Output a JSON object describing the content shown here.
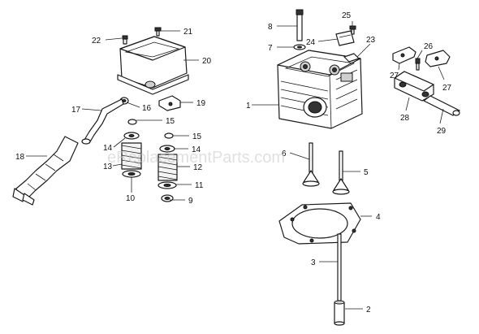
{
  "watermark": "eReplacementParts.com",
  "callouts": {
    "c1": "1",
    "c2": "2",
    "c3": "3",
    "c4": "4",
    "c5": "5",
    "c6": "6",
    "c7": "7",
    "c8": "8",
    "c9": "9",
    "c10": "10",
    "c11": "11",
    "c12": "12",
    "c13": "13",
    "c14a": "14",
    "c14b": "14",
    "c15a": "15",
    "c15b": "15",
    "c16": "16",
    "c17": "17",
    "c18": "18",
    "c19": "19",
    "c20": "20",
    "c21": "21",
    "c22": "22",
    "c23": "23",
    "c24": "24",
    "c25": "25",
    "c26": "26",
    "c27a": "27",
    "c27b": "27",
    "c28": "28",
    "c29": "29"
  }
}
